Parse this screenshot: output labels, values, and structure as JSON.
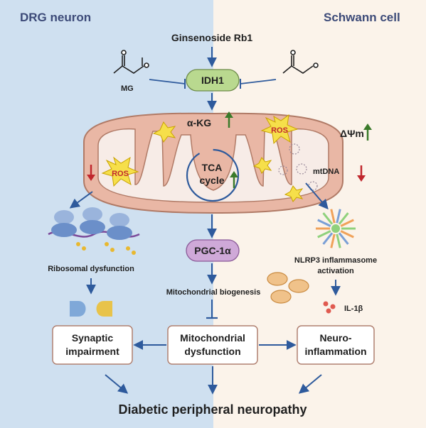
{
  "header_left": "DRG neuron",
  "header_right": "Schwann cell",
  "compound": "Ginsenoside Rb1",
  "mg_label": "MG",
  "idh1": "IDH1",
  "akg": "α-KG",
  "tca_line1": "TCA",
  "tca_line2": "cycle",
  "ros": "ROS",
  "delta_psi": "ΔΨm",
  "mtdna": "mtDNA",
  "pgc": "PGC-1α",
  "ribosomal": "Ribosomal dysfunction",
  "mito_biogenesis": "Mitochondrial biogenesis",
  "nlrp3_line1": "NLRP3 inflammasome",
  "nlrp3_line2": "activation",
  "il1b": "IL-1β",
  "synaptic_line1": "Synaptic",
  "synaptic_line2": "impairment",
  "mito_dys_line1": "Mitochondrial",
  "mito_dys_line2": "dysfunction",
  "neuro_line1": "Neuro-",
  "neuro_line2": "inflammation",
  "outcome": "Diabetic peripheral neuropathy",
  "colors": {
    "left_bg": "#cfe0f0",
    "right_bg": "#fbf3ea",
    "arrow": "#2e5a9c",
    "up_arrow": "#3a7a2a",
    "down_arrow": "#c0272d",
    "idh1_fill": "#b9d98f",
    "pgc_fill": "#cfa9d8",
    "mito_fill": "#e9b7a5",
    "box_border": "#b08070"
  },
  "icons": [
    "methylglyoxal-structure-icon",
    "ros-burst-icon",
    "ribosome-icon",
    "synapse-icon",
    "inflammasome-icon",
    "mitochondria-icon",
    "il1b-dots-icon"
  ]
}
